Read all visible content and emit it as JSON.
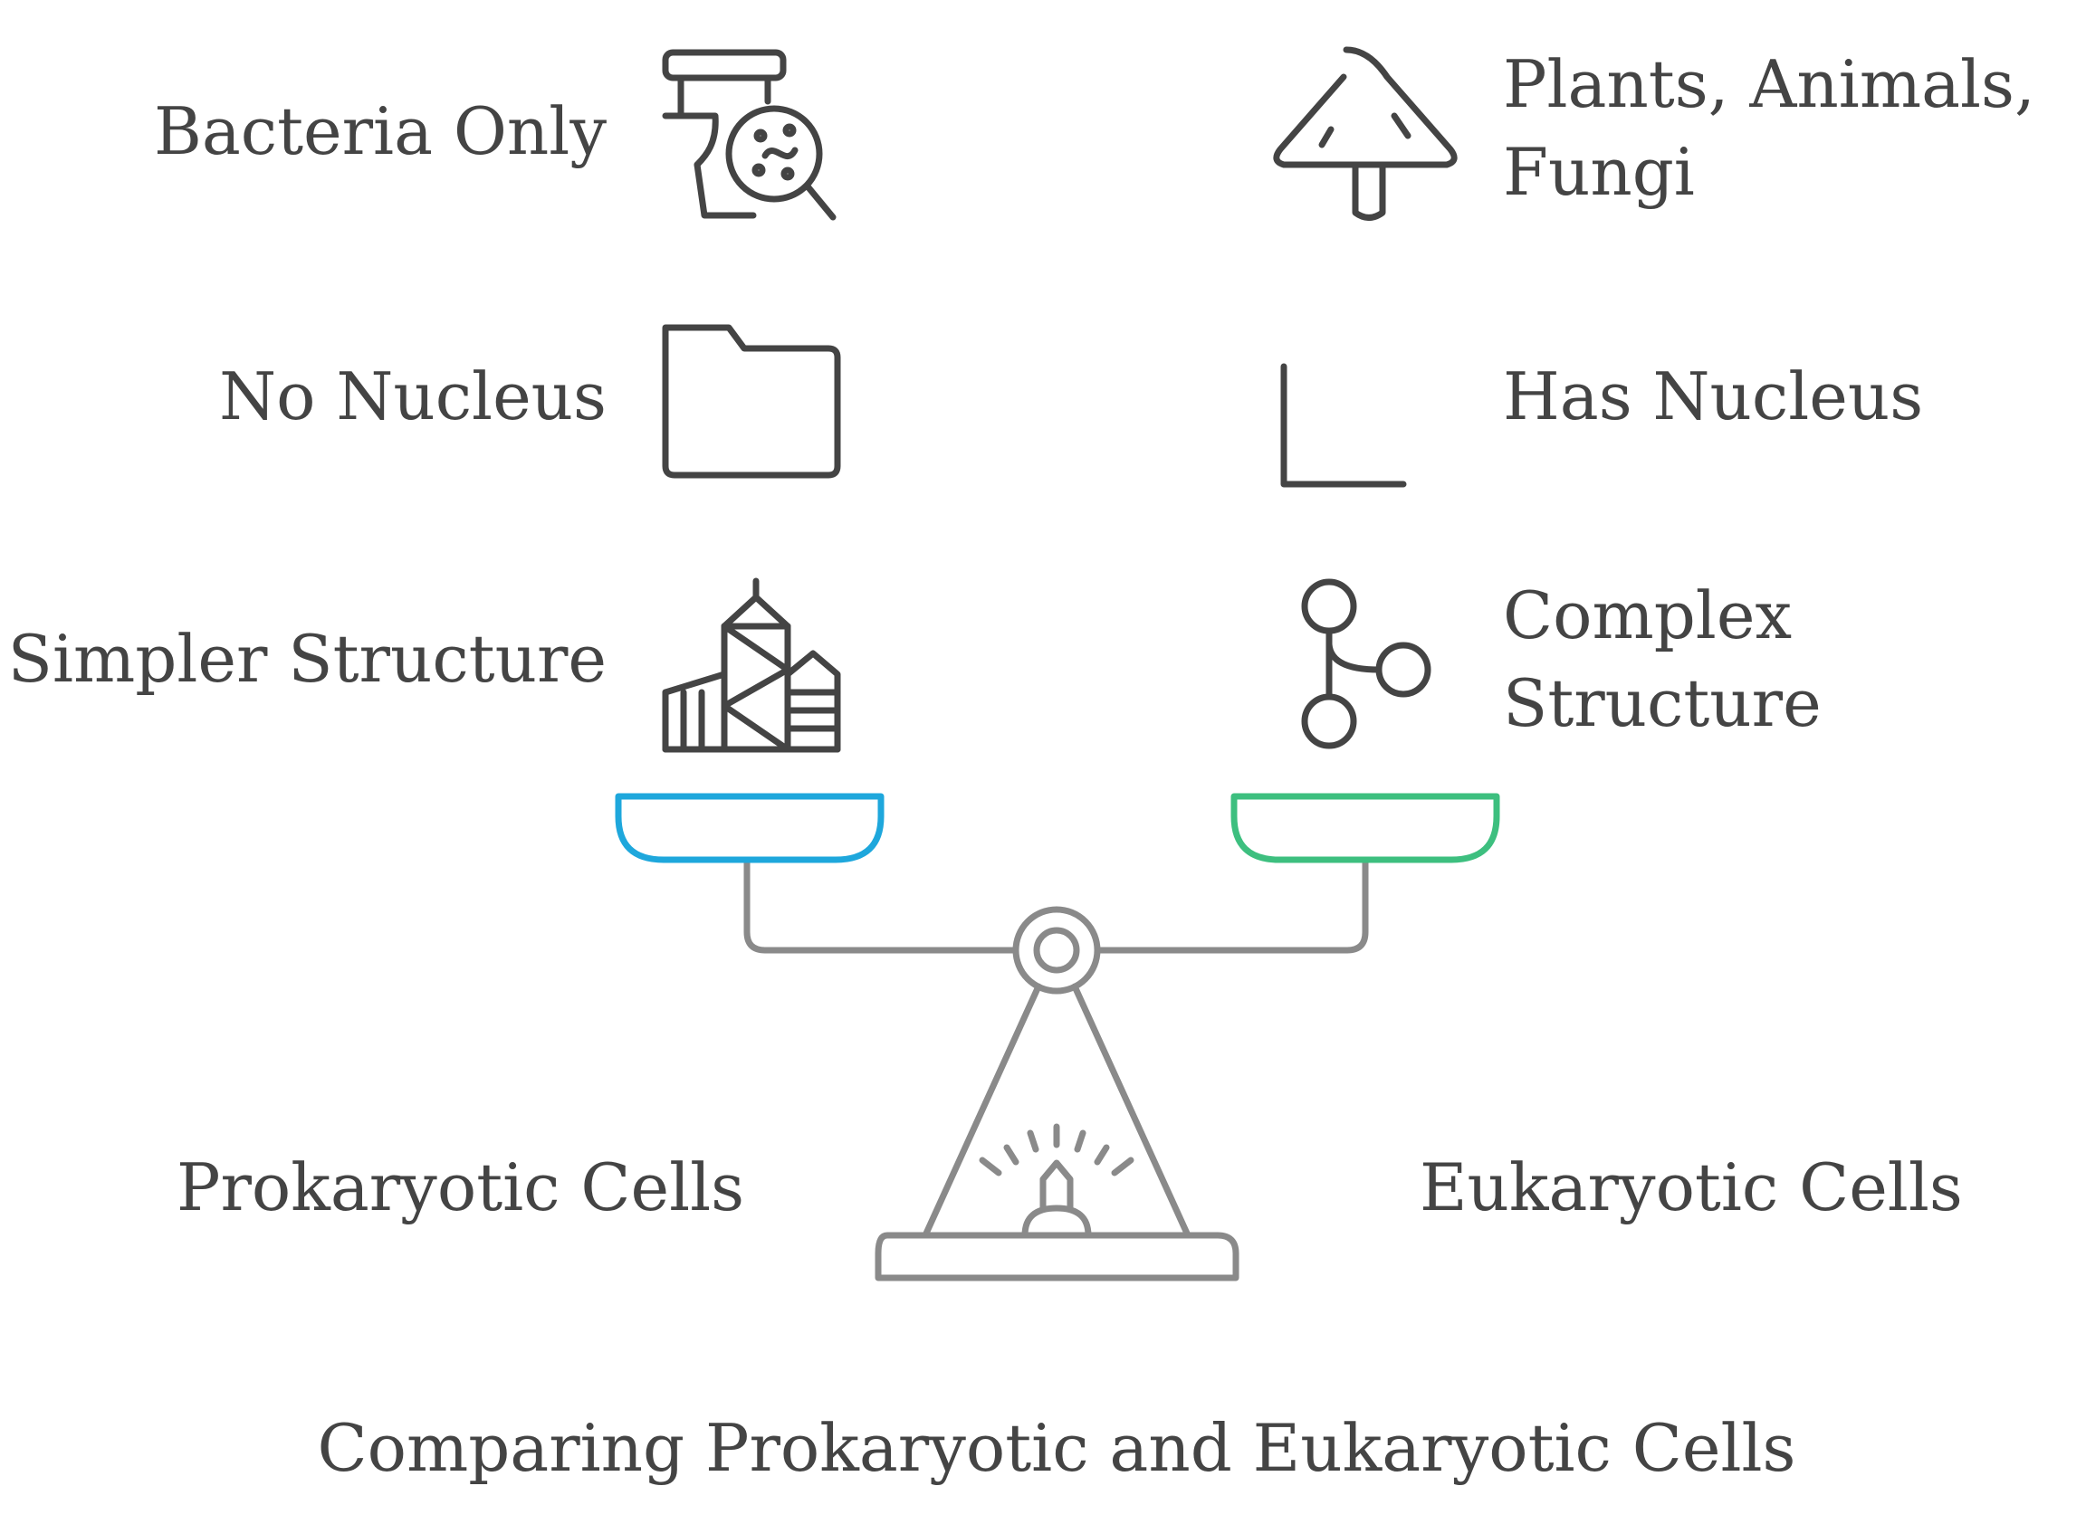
{
  "title": "Comparing Prokaryotic and Eukaryotic Cells",
  "left": {
    "name": "Prokaryotic Cells",
    "pan_color": "#1ea7dc",
    "features": [
      {
        "lines": [
          "Bacteria Only"
        ],
        "icon": "toilet-bacteria-magnifier-icon"
      },
      {
        "lines": [
          "No Nucleus"
        ],
        "icon": "folder-icon"
      },
      {
        "lines": [
          "Simpler Structure"
        ],
        "icon": "buildings-icon"
      }
    ]
  },
  "right": {
    "name": "Eukaryotic Cells",
    "pan_color": "#3dbf7f",
    "features": [
      {
        "lines": [
          "Plants, Animals,",
          "Fungi"
        ],
        "icon": "mushroom-icon"
      },
      {
        "lines": [
          "Has Nucleus"
        ],
        "icon": "corner-icon"
      },
      {
        "lines": [
          "Complex",
          "Structure"
        ],
        "icon": "branch-nodes-icon"
      }
    ]
  },
  "colors": {
    "text": "#444444",
    "scale": "#8a8a8a"
  }
}
